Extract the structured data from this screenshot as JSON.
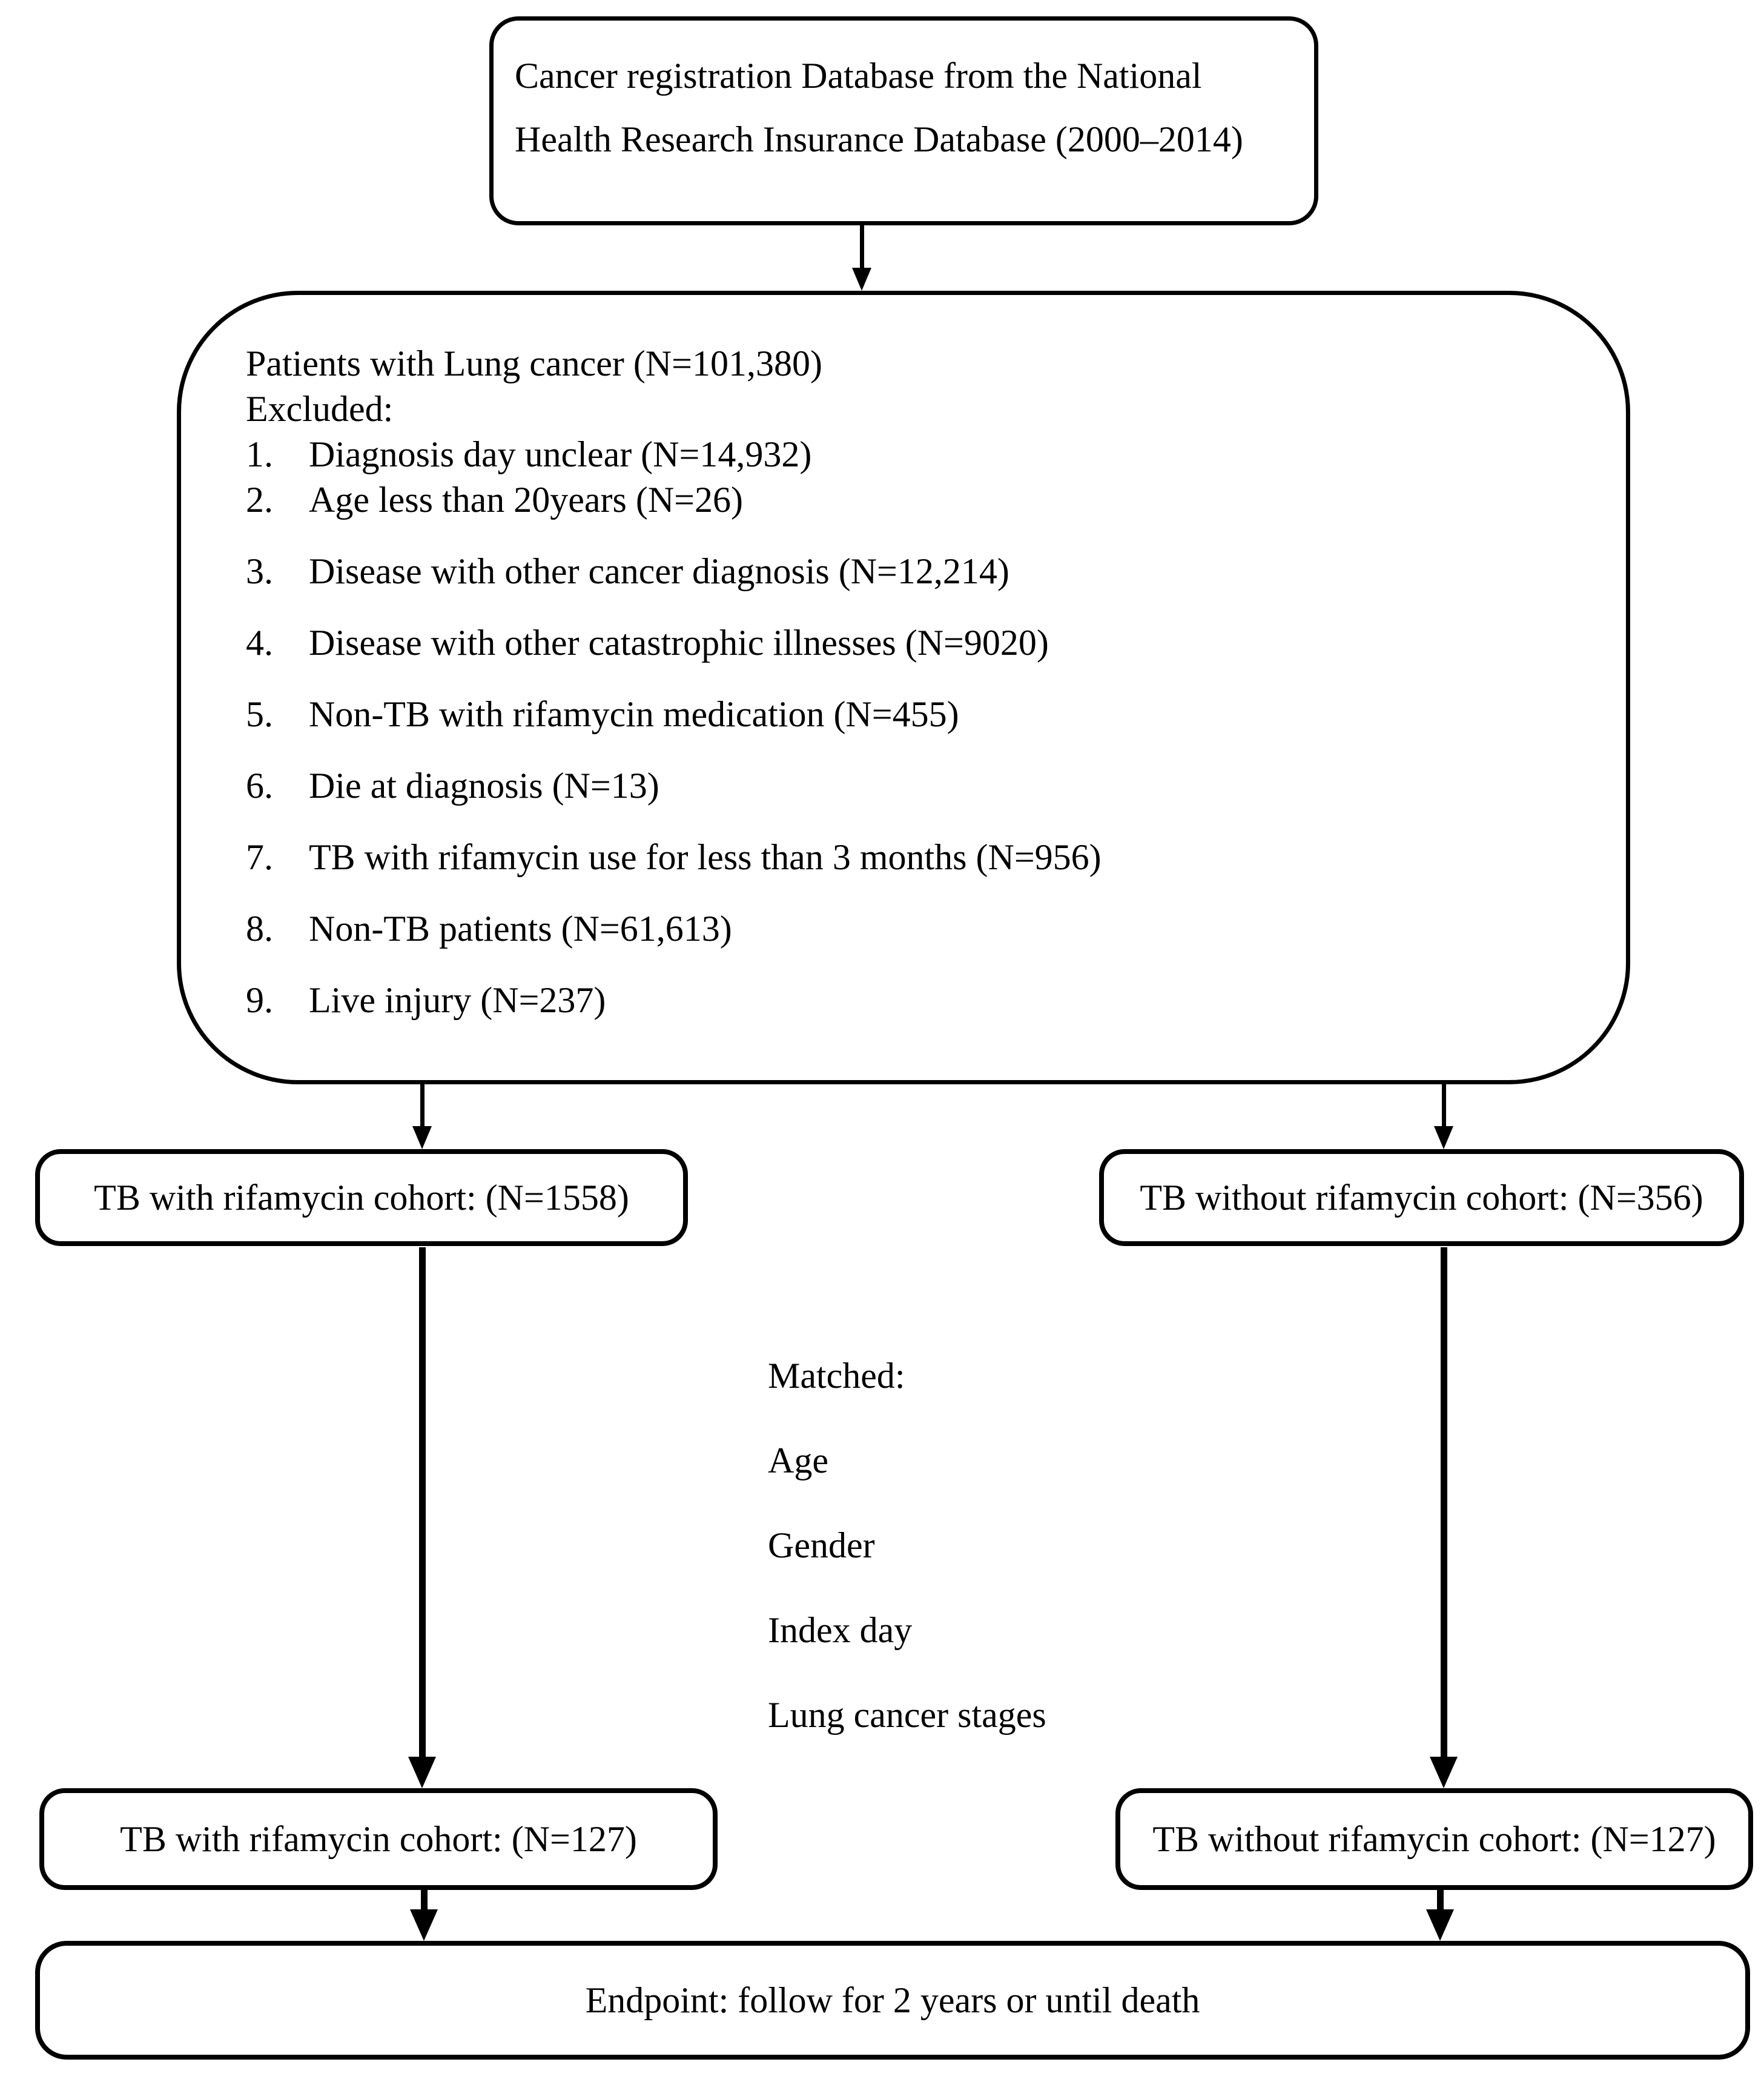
{
  "page": {
    "background": "#ffffff",
    "line_color": "#000000"
  },
  "diagram": {
    "source_box": {
      "line1": "Cancer registration Database from the National",
      "line2": "Health Research Insurance Database (2000–2014)"
    },
    "exclusion_box": {
      "title": "Patients with Lung cancer (N=101,380)",
      "subtitle": "Excluded:",
      "items": [
        {
          "num": "1.",
          "label": "Diagnosis day unclear (N=14,932)"
        },
        {
          "num": "2.",
          "label": "Age less than 20years (N=26)"
        },
        {
          "num": "3.",
          "label": "Disease with other cancer diagnosis (N=12,214)"
        },
        {
          "num": "4.",
          "label": "Disease with other catastrophic illnesses (N=9020)"
        },
        {
          "num": "5.",
          "label": "Non-TB with rifamycin medication (N=455)"
        },
        {
          "num": "6.",
          "label": "Die at diagnosis (N=13)"
        },
        {
          "num": "7.",
          "label": "TB with rifamycin use for less than 3 months (N=956)"
        },
        {
          "num": "8.",
          "label": "Non-TB patients (N=61,613)"
        },
        {
          "num": "9.",
          "label": "Live injury (N=237)"
        }
      ]
    },
    "cohort_initial": {
      "left": "TB with rifamycin cohort: (N=1558)",
      "right": "TB without rifamycin cohort: (N=356)"
    },
    "matched": {
      "title": "Matched:",
      "criteria": [
        "Age",
        "Gender",
        "Index day",
        "Lung cancer stages"
      ]
    },
    "cohort_matched": {
      "left": "TB with rifamycin cohort: (N=127)",
      "right": "TB without rifamycin cohort: (N=127)"
    },
    "endpoint_box": {
      "label": "Endpoint: follow for 2 years or until death"
    }
  }
}
